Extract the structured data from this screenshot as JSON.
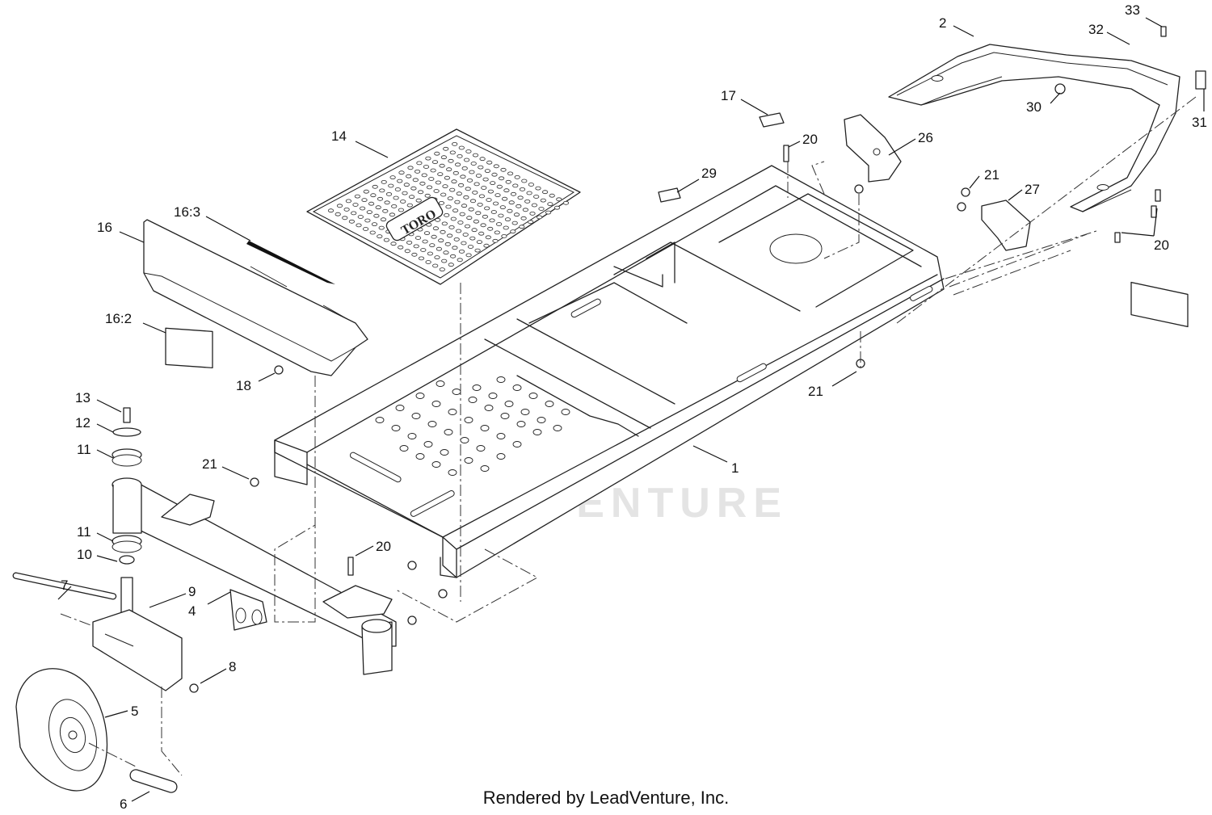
{
  "diagram": {
    "watermark": "LEADVENTURE",
    "footer": "Rendered by LeadVenture, Inc.",
    "mat_logo": "TORO",
    "callouts": [
      {
        "id": "c33",
        "label": "33"
      },
      {
        "id": "c2",
        "label": "2"
      },
      {
        "id": "c32",
        "label": "32"
      },
      {
        "id": "c30",
        "label": "30"
      },
      {
        "id": "c31",
        "label": "31"
      },
      {
        "id": "c17",
        "label": "17"
      },
      {
        "id": "c14",
        "label": "14"
      },
      {
        "id": "c20a",
        "label": "20"
      },
      {
        "id": "c26",
        "label": "26"
      },
      {
        "id": "c29",
        "label": "29"
      },
      {
        "id": "c21a",
        "label": "21"
      },
      {
        "id": "c27",
        "label": "27"
      },
      {
        "id": "c20b",
        "label": "20"
      },
      {
        "id": "c16",
        "label": "16"
      },
      {
        "id": "c163",
        "label": "16:3"
      },
      {
        "id": "c162",
        "label": "16:2"
      },
      {
        "id": "c18",
        "label": "18"
      },
      {
        "id": "c21b",
        "label": "21"
      },
      {
        "id": "c13",
        "label": "13"
      },
      {
        "id": "c12",
        "label": "12"
      },
      {
        "id": "c11a",
        "label": "11"
      },
      {
        "id": "c21c",
        "label": "21"
      },
      {
        "id": "c1",
        "label": "1"
      },
      {
        "id": "c11b",
        "label": "11"
      },
      {
        "id": "c10",
        "label": "10"
      },
      {
        "id": "c20c",
        "label": "20"
      },
      {
        "id": "c7",
        "label": "7"
      },
      {
        "id": "c9",
        "label": "9"
      },
      {
        "id": "c4",
        "label": "4"
      },
      {
        "id": "c8",
        "label": "8"
      },
      {
        "id": "c5",
        "label": "5"
      },
      {
        "id": "c6",
        "label": "6"
      }
    ]
  }
}
